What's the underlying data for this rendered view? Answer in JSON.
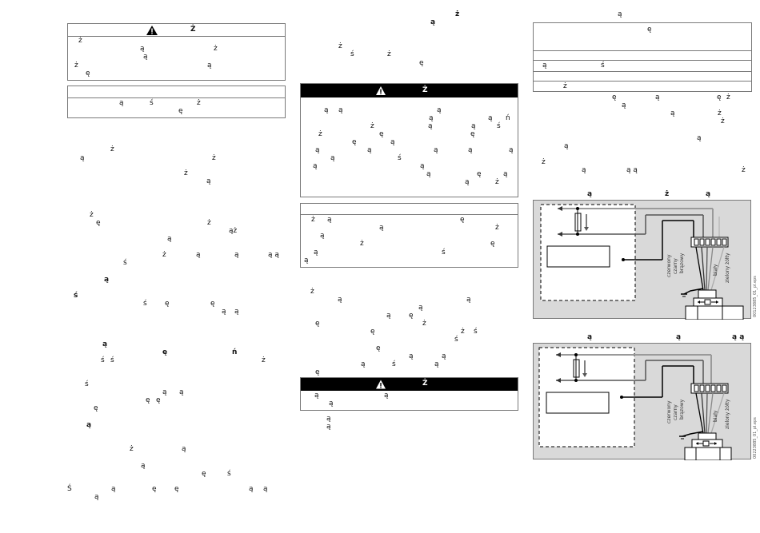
{
  "glyphs": {
    "a_ogonek": "ą",
    "e_ogonek": "ę",
    "z_dot": "ż",
    "s_acute": "ś",
    "n_acute": "ń",
    "Z_dot": "Ż",
    "S_acute": "Ś",
    "az": "ąż",
    "aa": "ą ą"
  },
  "diagram_top": {
    "wire_labels": [
      "czerwony",
      "czarny",
      "brązowy",
      "biały",
      "zielony żółty"
    ],
    "side_ref": "00123885_01_pl.eps"
  },
  "diagram_bottom": {
    "wire_labels": [
      "czerwony",
      "czarny",
      "brązowy",
      "biały",
      "zielony żółty"
    ],
    "side_ref": "00223885_01_pl.eps"
  }
}
